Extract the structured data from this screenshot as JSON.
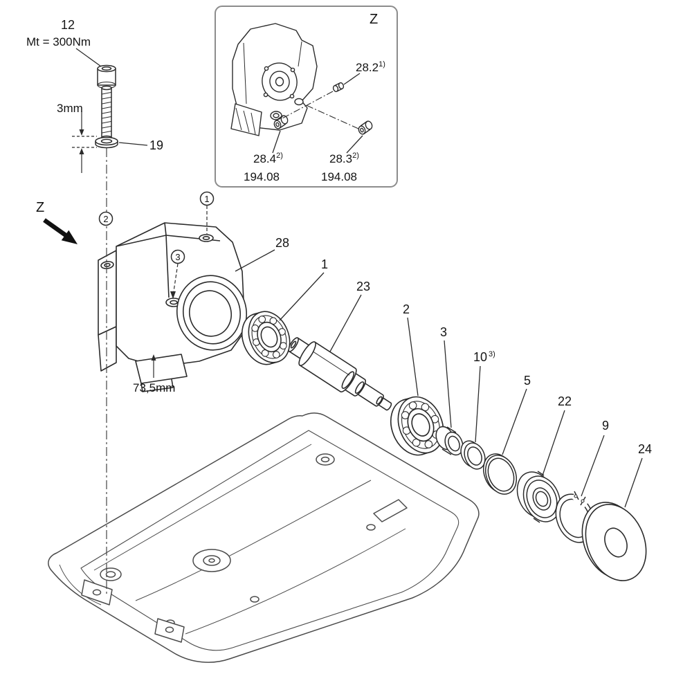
{
  "colors": {
    "ink": "#2b2b2b",
    "label": "#141414",
    "box": "#8c8c8c"
  },
  "inset": {
    "view_label": "Z",
    "labels": {
      "p28_2": "28.2",
      "p28_2_sup": "1)",
      "p28_4": "28.4",
      "p28_4_sup": "2)",
      "p28_3": "28.3",
      "p28_3_sup": "2)",
      "ref_left": "194.08",
      "ref_right": "194.08"
    }
  },
  "main": {
    "view_label": "Z",
    "labels": {
      "p12": "12",
      "torque": "Mt = 300Nm",
      "dim_3mm": "3mm",
      "p19": "19",
      "p28": "28",
      "p1": "1",
      "p23": "23",
      "p2": "2",
      "p3": "3",
      "p10": "10",
      "p10_sup": "3)",
      "p5": "5",
      "p22": "22",
      "p9": "9",
      "p24": "24",
      "dim_73_5": "73,5mm"
    },
    "callouts": {
      "c1": "1",
      "c2": "2",
      "c3": "3"
    }
  }
}
